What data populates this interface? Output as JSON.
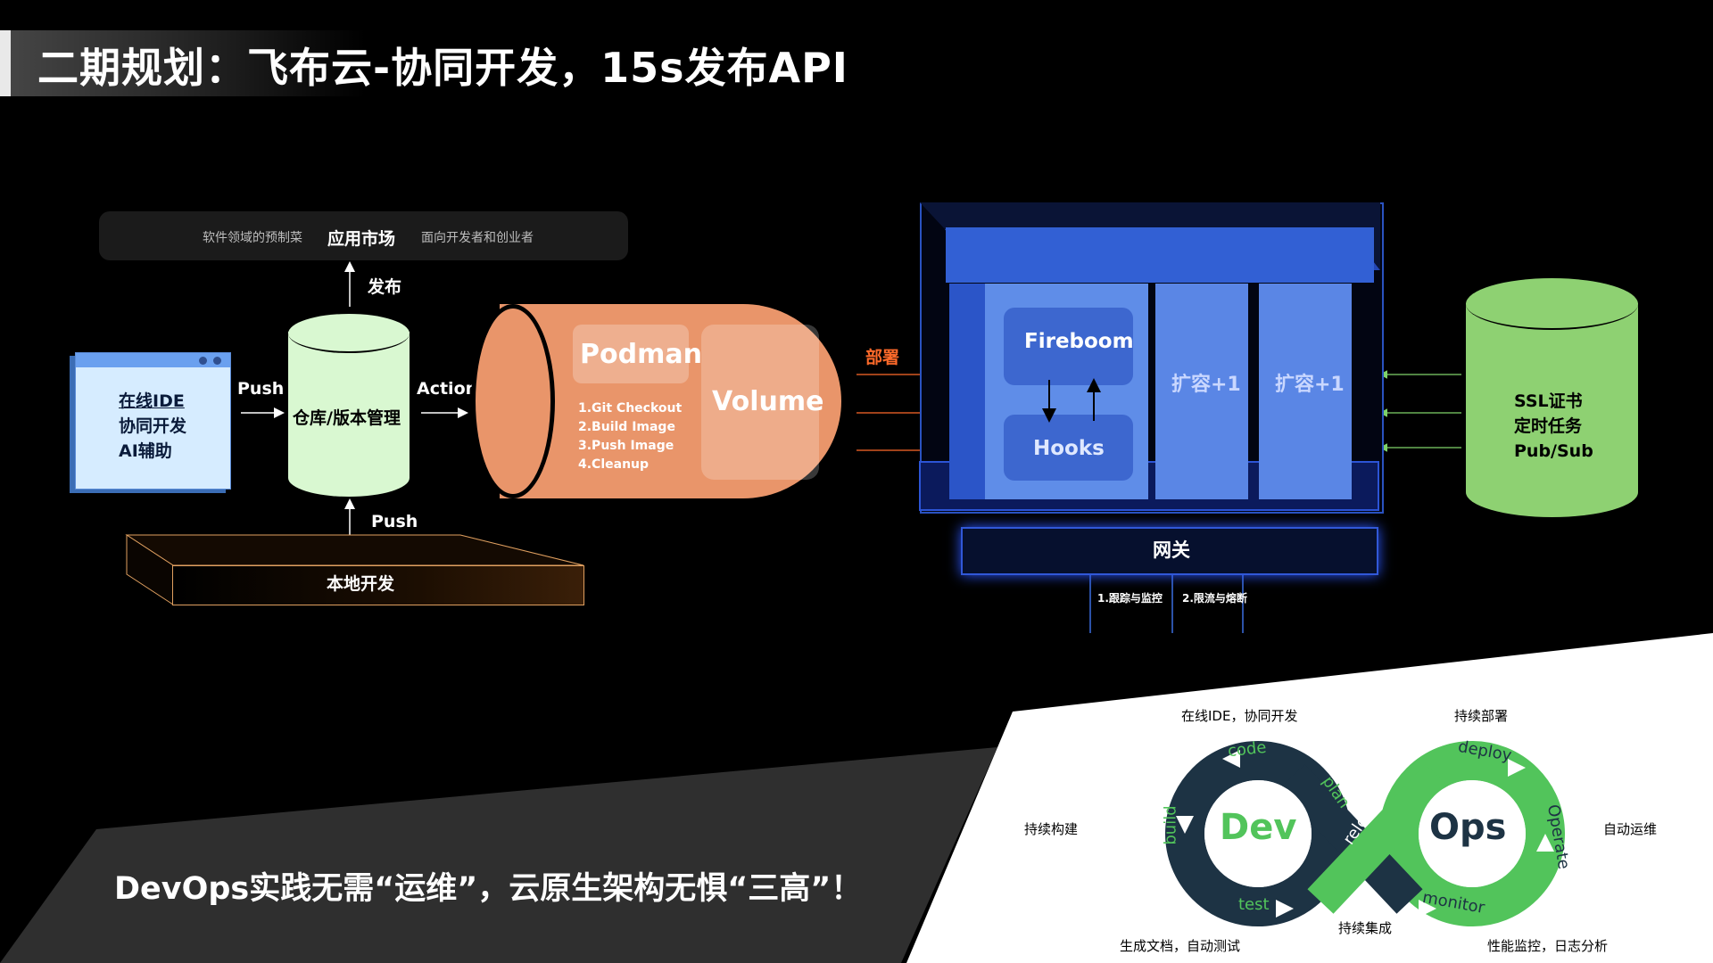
{
  "header": {
    "title": "二期规划：飞布云-协同开发，15s发布API"
  },
  "market": {
    "left": "软件领域的预制菜",
    "title": "应用市场",
    "right": "面向开发者和创业者"
  },
  "labels": {
    "publish": "发布",
    "push_left": "Push",
    "action": "Action",
    "push_bottom": "Push",
    "deploy": "部署"
  },
  "ide": {
    "lines": [
      "在线IDE",
      "协同开发",
      "AI辅助"
    ]
  },
  "repo": {
    "label": "仓库/版本管理"
  },
  "local": {
    "label": "本地开发"
  },
  "pipeline": {
    "podman": "Podman",
    "steps": [
      "1.Git Checkout",
      "2.Build Image",
      "3.Push Image",
      "4.Cleanup"
    ],
    "volume": "Volume"
  },
  "server": {
    "fireboom": "Fireboom",
    "hooks": "Hooks",
    "scale_1": "扩容+1",
    "scale_2": "扩容+1",
    "gateway": "网关",
    "gateway_notes": [
      "1.跟踪与监控",
      "2.限流与熔断"
    ]
  },
  "services": {
    "lines": [
      "SSL证书",
      "定时任务",
      "Pub/Sub"
    ]
  },
  "slogan": "DevOps实践无需“运维”，云原生架构无惧“三高”！",
  "devops": {
    "dev": "Dev",
    "ops": "Ops",
    "stages": {
      "code": "code",
      "plan": "plan",
      "build": "build",
      "test": "test",
      "release": "release",
      "deploy": "deploy",
      "operate": "Operate",
      "monitor": "monitor"
    },
    "annotations": {
      "top_left": "在线IDE，协同开发",
      "top_right": "持续部署",
      "left": "持续构建",
      "right": "自动运维",
      "bottom_left": "生成文档，自动测试",
      "bottom_center": "持续集成",
      "bottom_right": "性能监控，日志分析"
    }
  },
  "colors": {
    "green": "#52c45b",
    "navy": "#1d3344",
    "accent": "#ff6a2a",
    "blue": "#3b6ee0"
  }
}
